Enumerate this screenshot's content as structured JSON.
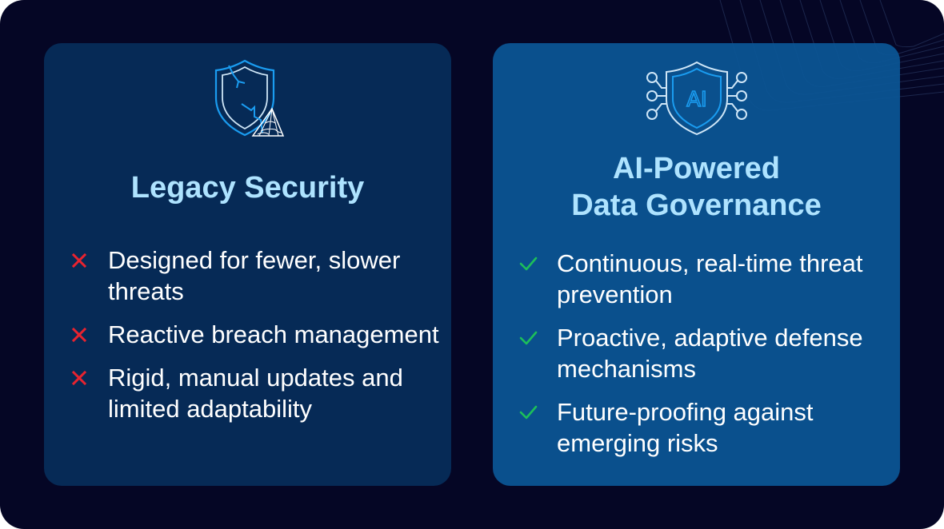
{
  "colors": {
    "background": "#050625",
    "legacy_card": "#062a56",
    "ai_card": "#0b5696",
    "title": "#aee3ff",
    "body_text": "#ffffff",
    "cross": "#e8232f",
    "check": "#1dbf5a",
    "icon_outer": "#1a9cf0",
    "icon_inner": "#cfe6f7"
  },
  "legacy": {
    "icon": "cracked-shield-cobweb-icon",
    "title": "Legacy Security",
    "marker_icon": "cross-icon",
    "items": [
      {
        "text": "Designed for fewer, slower threats"
      },
      {
        "text": "Reactive breach management"
      },
      {
        "text": "Rigid, manual updates and limited adaptability"
      }
    ]
  },
  "ai": {
    "icon": "ai-shield-circuit-icon",
    "icon_label": "AI",
    "title_line1": "AI-Powered",
    "title_line2": "Data Governance",
    "marker_icon": "check-icon",
    "items": [
      {
        "text": "Continuous, real-time threat prevention"
      },
      {
        "text": "Proactive, adaptive defense mechanisms"
      },
      {
        "text": "Future-proofing against emerging risks"
      }
    ]
  }
}
